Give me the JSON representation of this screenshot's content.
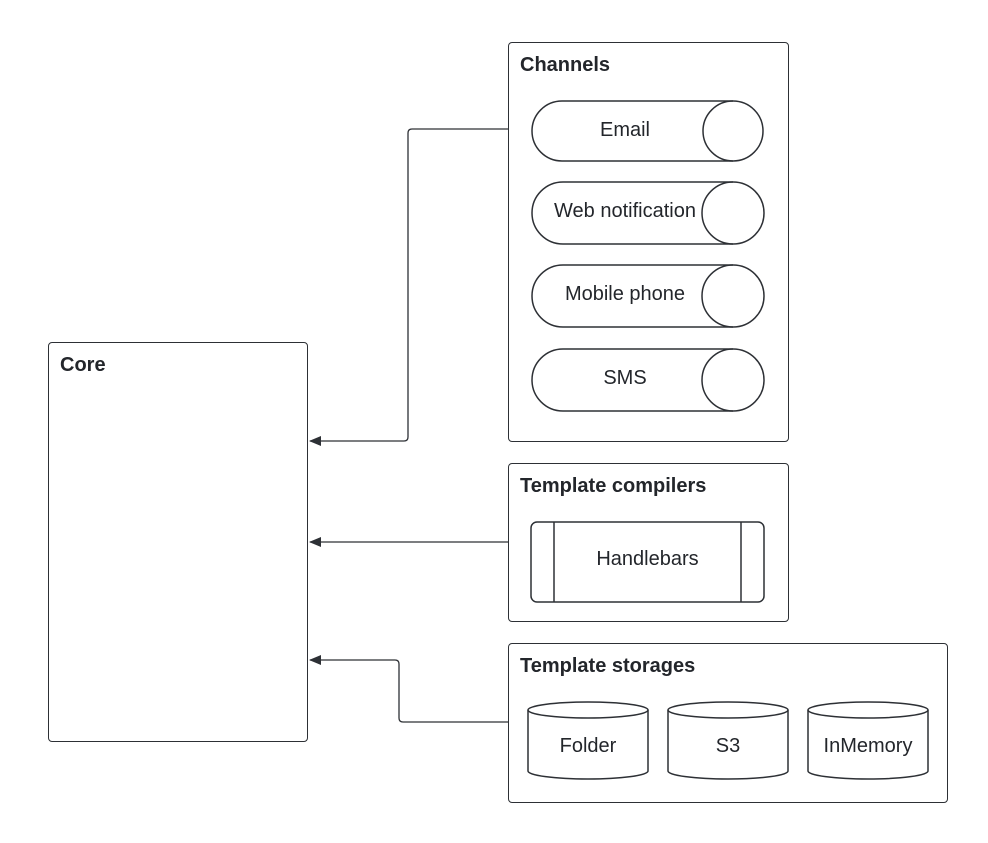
{
  "core": {
    "title": "Core"
  },
  "channels": {
    "title": "Channels",
    "items": [
      "Email",
      "Web notification",
      "Mobile phone",
      "SMS"
    ]
  },
  "template_compilers": {
    "title": "Template compilers",
    "items": [
      "Handlebars"
    ]
  },
  "template_storages": {
    "title": "Template storages",
    "items": [
      "Folder",
      "S3",
      "InMemory"
    ]
  },
  "colors": {
    "stroke": "#2d3035",
    "text": "#23262b",
    "background": "#ffffff"
  }
}
